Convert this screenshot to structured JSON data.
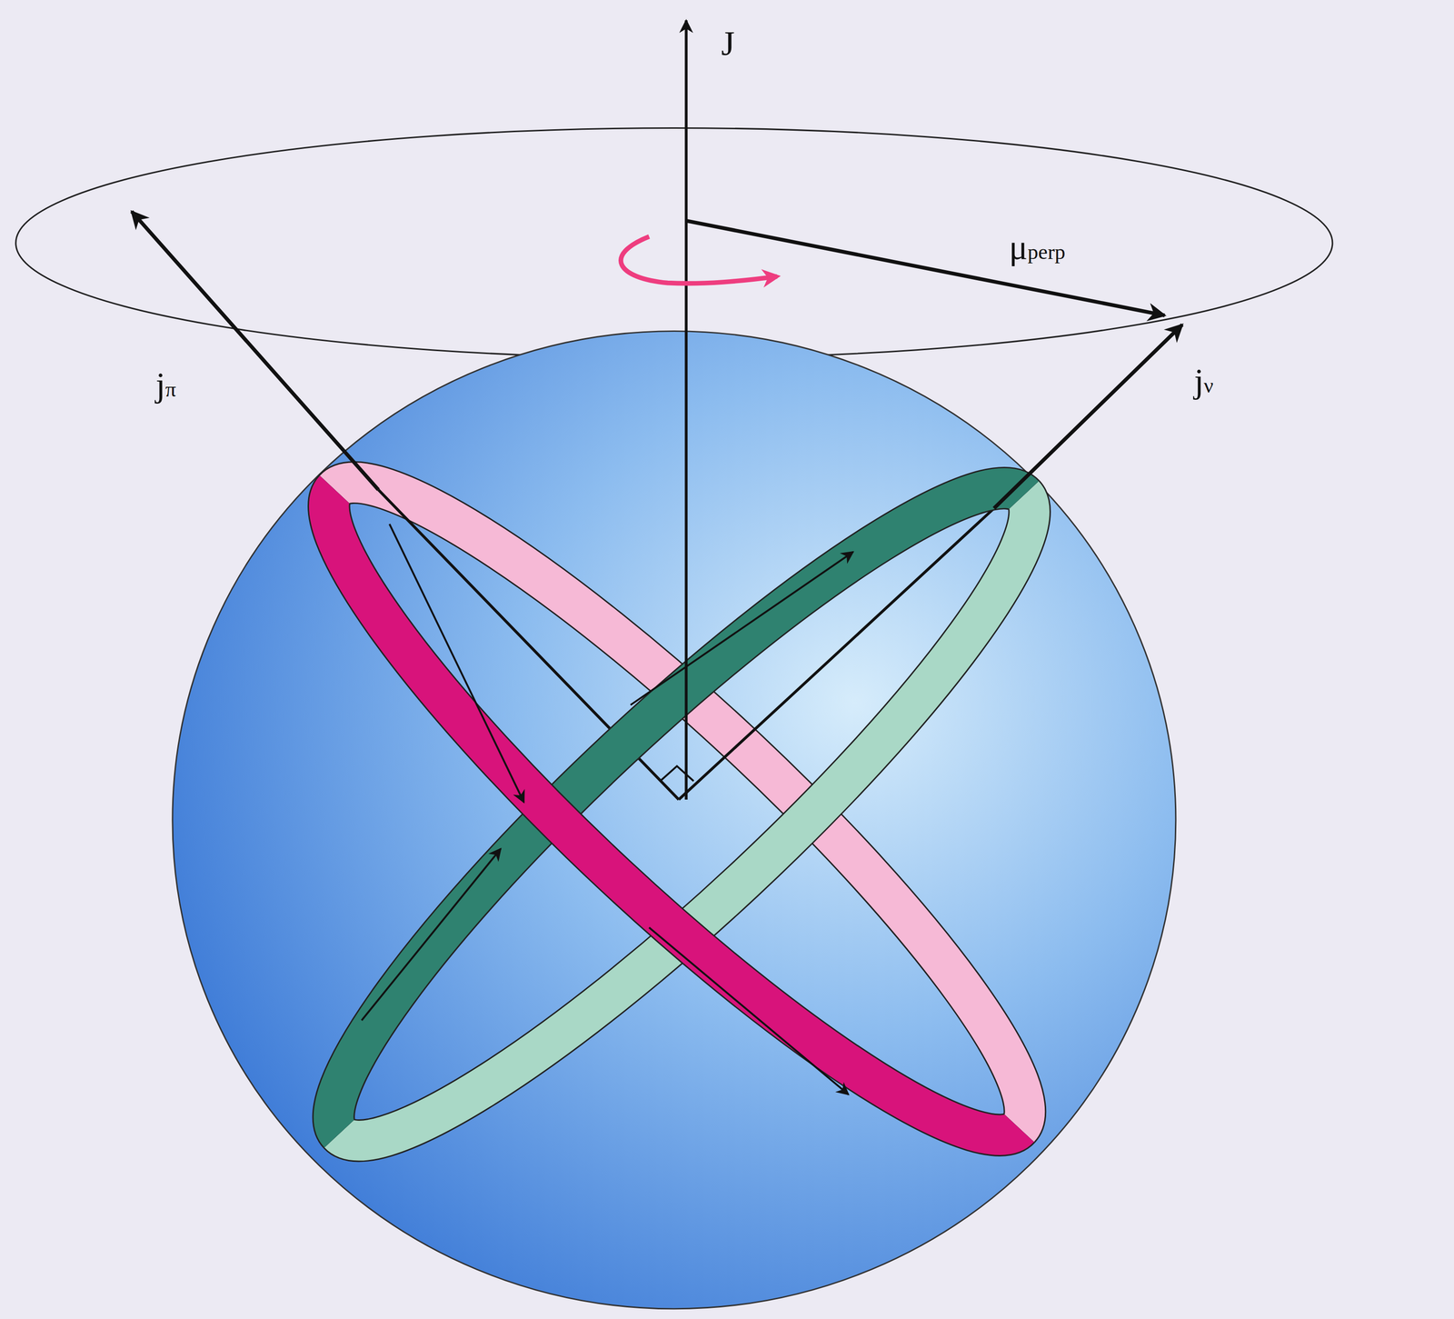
{
  "diagram": {
    "labels": [
      "J",
      "jπ",
      "jν",
      "μperp"
    ]
  }
}
